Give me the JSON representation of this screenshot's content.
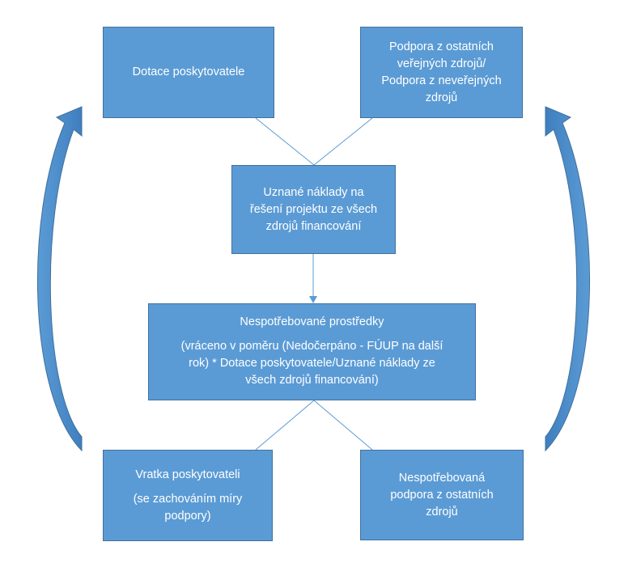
{
  "diagram": {
    "box_dotace": {
      "lines": [
        "Dotace poskytovatele"
      ]
    },
    "box_podpora": {
      "lines": [
        "Podpora z ostatních",
        "veřejných zdrojů/",
        "Podpora z neveřejných",
        "zdrojů"
      ]
    },
    "box_uznane": {
      "lines": [
        "Uznané náklady na",
        "řešení projektu ze všech",
        "zdrojů financování"
      ]
    },
    "box_nespotrebovane": {
      "title": "Nespotřebované prostředky",
      "lines": [
        "(vráceno v poměru (Nedočerpáno - FÚUP na další",
        "rok) * Dotace poskytovatele/Uznané náklady ze",
        "všech zdrojů financování)"
      ]
    },
    "box_vratka": {
      "title": "Vratka poskytovateli",
      "lines": [
        "(se zachováním míry",
        "podpory)"
      ]
    },
    "box_nespotrebovana_podpora": {
      "lines": [
        "Nespotřebovaná",
        "podpora z ostatních",
        "zdrojů"
      ]
    },
    "colors": {
      "box_fill": "#5b9bd5",
      "box_border": "#41719c",
      "connector": "#5b9bd5",
      "text": "#ffffff"
    }
  }
}
